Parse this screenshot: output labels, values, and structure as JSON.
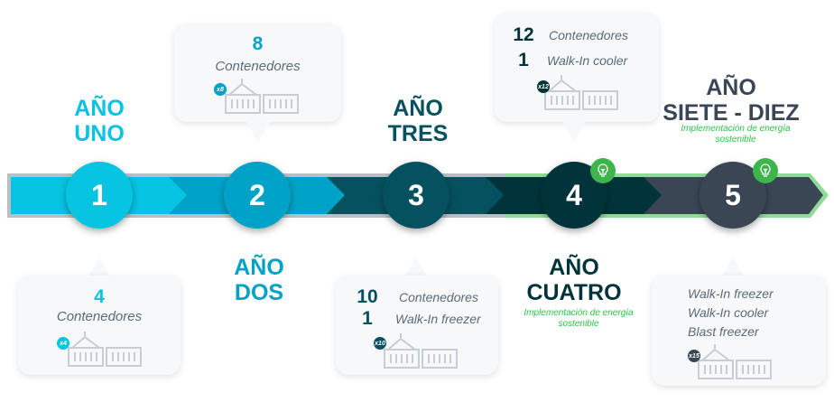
{
  "colors": {
    "step1": "#07c4e2",
    "step2": "#00a3c7",
    "step3": "#06515f",
    "step4": "#00343a",
    "step5": "#3a4654",
    "green": "#3db54a"
  },
  "steps": [
    {
      "number": "1",
      "year_line1": "AÑO",
      "year_line2": "UNO",
      "callout": {
        "count": "4",
        "label": "Contenedores",
        "badge": "x4"
      }
    },
    {
      "number": "2",
      "year_line1": "AÑO",
      "year_line2": "DOS",
      "callout": {
        "count": "8",
        "label": "Contenedores",
        "badge": "x8"
      }
    },
    {
      "number": "3",
      "year_line1": "AÑO",
      "year_line2": "TRES",
      "callout": {
        "rows": [
          {
            "count": "10",
            "label": "Contenedores"
          },
          {
            "count": "1",
            "label": "Walk-In freezer"
          }
        ],
        "badge": "x10"
      }
    },
    {
      "number": "4",
      "year_line1": "AÑO",
      "year_line2": "CUATRO",
      "subtitle": "Implementación de energía sostenible",
      "icon": "lightbulb-leaf-icon",
      "callout": {
        "rows": [
          {
            "count": "12",
            "label": "Contenedores"
          },
          {
            "count": "1",
            "label": "Walk-In cooler"
          }
        ],
        "badge": "x12"
      }
    },
    {
      "number": "5",
      "year_line1": "AÑO",
      "year_line2": "SIETE - DIEZ",
      "subtitle": "Implementación de energía sostenible",
      "icon": "lightbulb-leaf-icon",
      "callout": {
        "items": [
          "Walk-In freezer",
          "Walk-In cooler",
          "Blast freezer"
        ],
        "badge": "x15"
      }
    }
  ]
}
